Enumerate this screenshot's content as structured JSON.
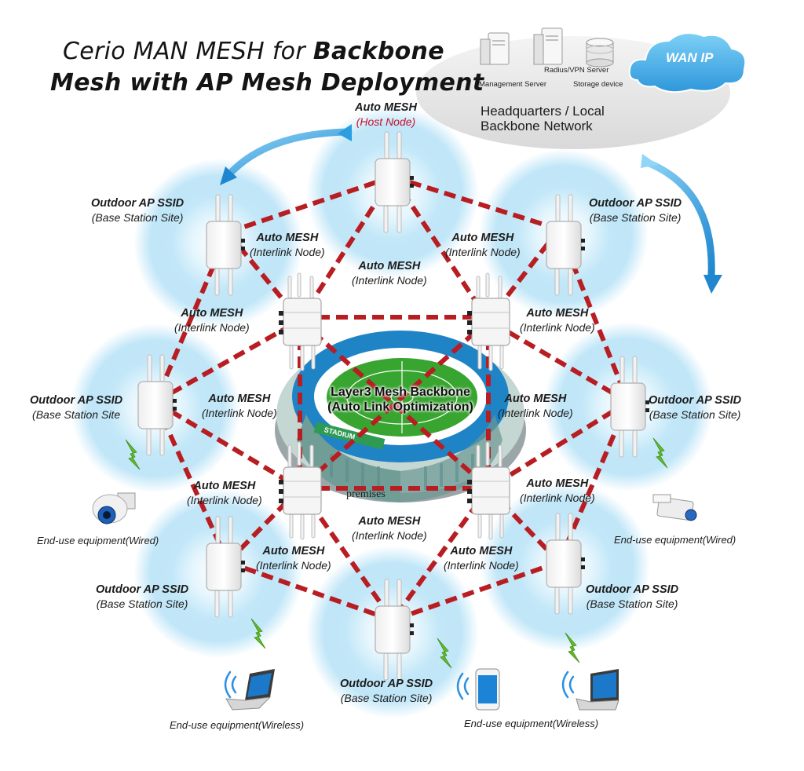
{
  "title": {
    "line1_a": "Cerio MAN MESH for ",
    "line1_b": "Backbone",
    "line2": "Mesh with AP Mesh Deployment"
  },
  "headquarters": {
    "radius_vpn": "Radius/VPN Server",
    "management": "Management Server",
    "storage": "Storage device",
    "network_line1": "Headquarters / Local",
    "network_line2": "Backbone Network",
    "wan": "WAN IP"
  },
  "host_node": {
    "name": "Auto MESH",
    "role": "(Host Node)"
  },
  "core": {
    "line1": "Layer3 Mesh Backbone",
    "line2": "(Auto Link Optimization)",
    "stadium_sign": "STADIUM",
    "premises": "premises"
  },
  "outdoor_ap": {
    "name": "Outdoor AP SSID",
    "role": "(Base Station Site)",
    "role_clipped": "(Base Station Site"
  },
  "interlink": {
    "name": "Auto MESH",
    "role": "(Interlink Node)"
  },
  "equipment": {
    "wired": "End-use equipment(Wired)",
    "wireless": "End-use equipment(Wireless)"
  },
  "colors": {
    "mesh_link": "#b81d22",
    "signal": "#7fd0f2",
    "wan_cloud": "#4ab0e8",
    "arrow": "#2a9ee0",
    "bolt": "#66bb2a",
    "host_role": "#c8102e"
  },
  "icons": [
    "server-icon",
    "storage-icon",
    "cloud-icon",
    "outdoor-ap-icon",
    "mesh-node-icon",
    "stadium-icon",
    "camera-icon",
    "laptop-icon",
    "phone-icon",
    "lightning-icon",
    "wifi-icon",
    "arrow-icon"
  ]
}
